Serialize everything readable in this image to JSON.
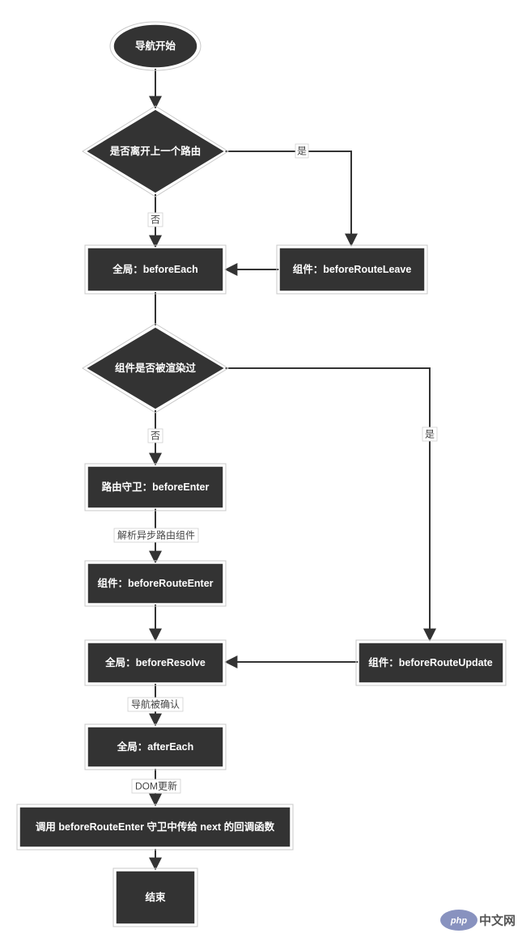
{
  "nodes": {
    "start": "导航开始",
    "leave_decision": "是否离开上一个路由",
    "global_before_each": "全局：beforeEach",
    "comp_before_route_leave": "组件：beforeRouteLeave",
    "rendered_decision": "组件是否被渲染过",
    "route_before_enter": "路由守卫：beforeEnter",
    "comp_before_route_enter": "组件：beforeRouteEnter",
    "global_before_resolve": "全局：beforeResolve",
    "comp_before_route_update": "组件：beforeRouteUpdate",
    "global_after_each": "全局：afterEach",
    "call_next_callback": "调用 beforeRouteEnter 守卫中传给 next 的回调函数",
    "end": "结束"
  },
  "edge_labels": {
    "leave_yes": "是",
    "leave_no": "否",
    "rendered_yes": "是",
    "rendered_no": "否",
    "resolve_async": "解析异步路由组件",
    "nav_confirmed": "导航被确认",
    "dom_update": "DOM更新"
  },
  "watermark": {
    "logo_text": "php",
    "site_text": "中文网"
  },
  "colors": {
    "node_fill": "#333333",
    "node_text": "#ffffff",
    "edge": "#333333",
    "watermark_logo": "#8892bf"
  }
}
